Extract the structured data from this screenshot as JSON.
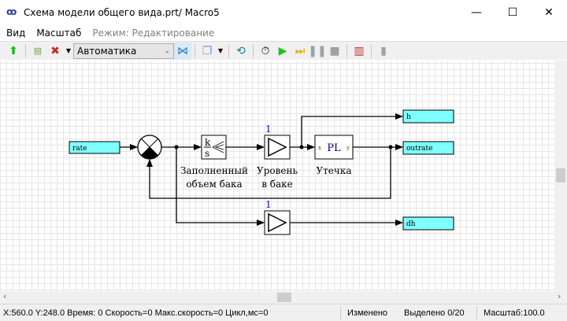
{
  "window": {
    "title": "Схема модели общего вида.prt/ Macro5",
    "minimize": "—",
    "maximize": "☐",
    "close": "✕"
  },
  "menu": {
    "items": [
      "Вид",
      "Масштаб"
    ],
    "mode_label": "Режим: Редактирование"
  },
  "toolbar": {
    "mode_value": "Автоматика",
    "icons": [
      "up-arrow",
      "script",
      "tools",
      "dropdown",
      "split",
      "layers",
      "refresh",
      "stopwatch",
      "play",
      "step",
      "pause",
      "stop",
      "chart",
      "export"
    ]
  },
  "diagram": {
    "inputs": [
      {
        "label": "rate"
      }
    ],
    "outputs": [
      {
        "label": "h"
      },
      {
        "label": "outrate"
      },
      {
        "label": "dh"
      }
    ],
    "integrator": {
      "num": "k",
      "den": "s",
      "label1": "Заполненный",
      "label2": "объем бака"
    },
    "gain1": {
      "value": "1",
      "label1": "Уровень",
      "label2": "в баке"
    },
    "gain2": {
      "value": "1"
    },
    "pl": {
      "text": "PL",
      "in": "x",
      "out": "y",
      "label": "Утечка"
    },
    "colors": {
      "port_fill": "#80ffff",
      "gain_value": "#0000ff",
      "pl_text": "#000080"
    }
  },
  "status": {
    "coords": "X:560.0  Y:248.0 Время: 0 Скорость=0 Макс.скорость=0 Цикл,мс=0",
    "modified": "Изменено",
    "selected": "Выделено 0/20",
    "scale": "Масштаб:100.0"
  }
}
